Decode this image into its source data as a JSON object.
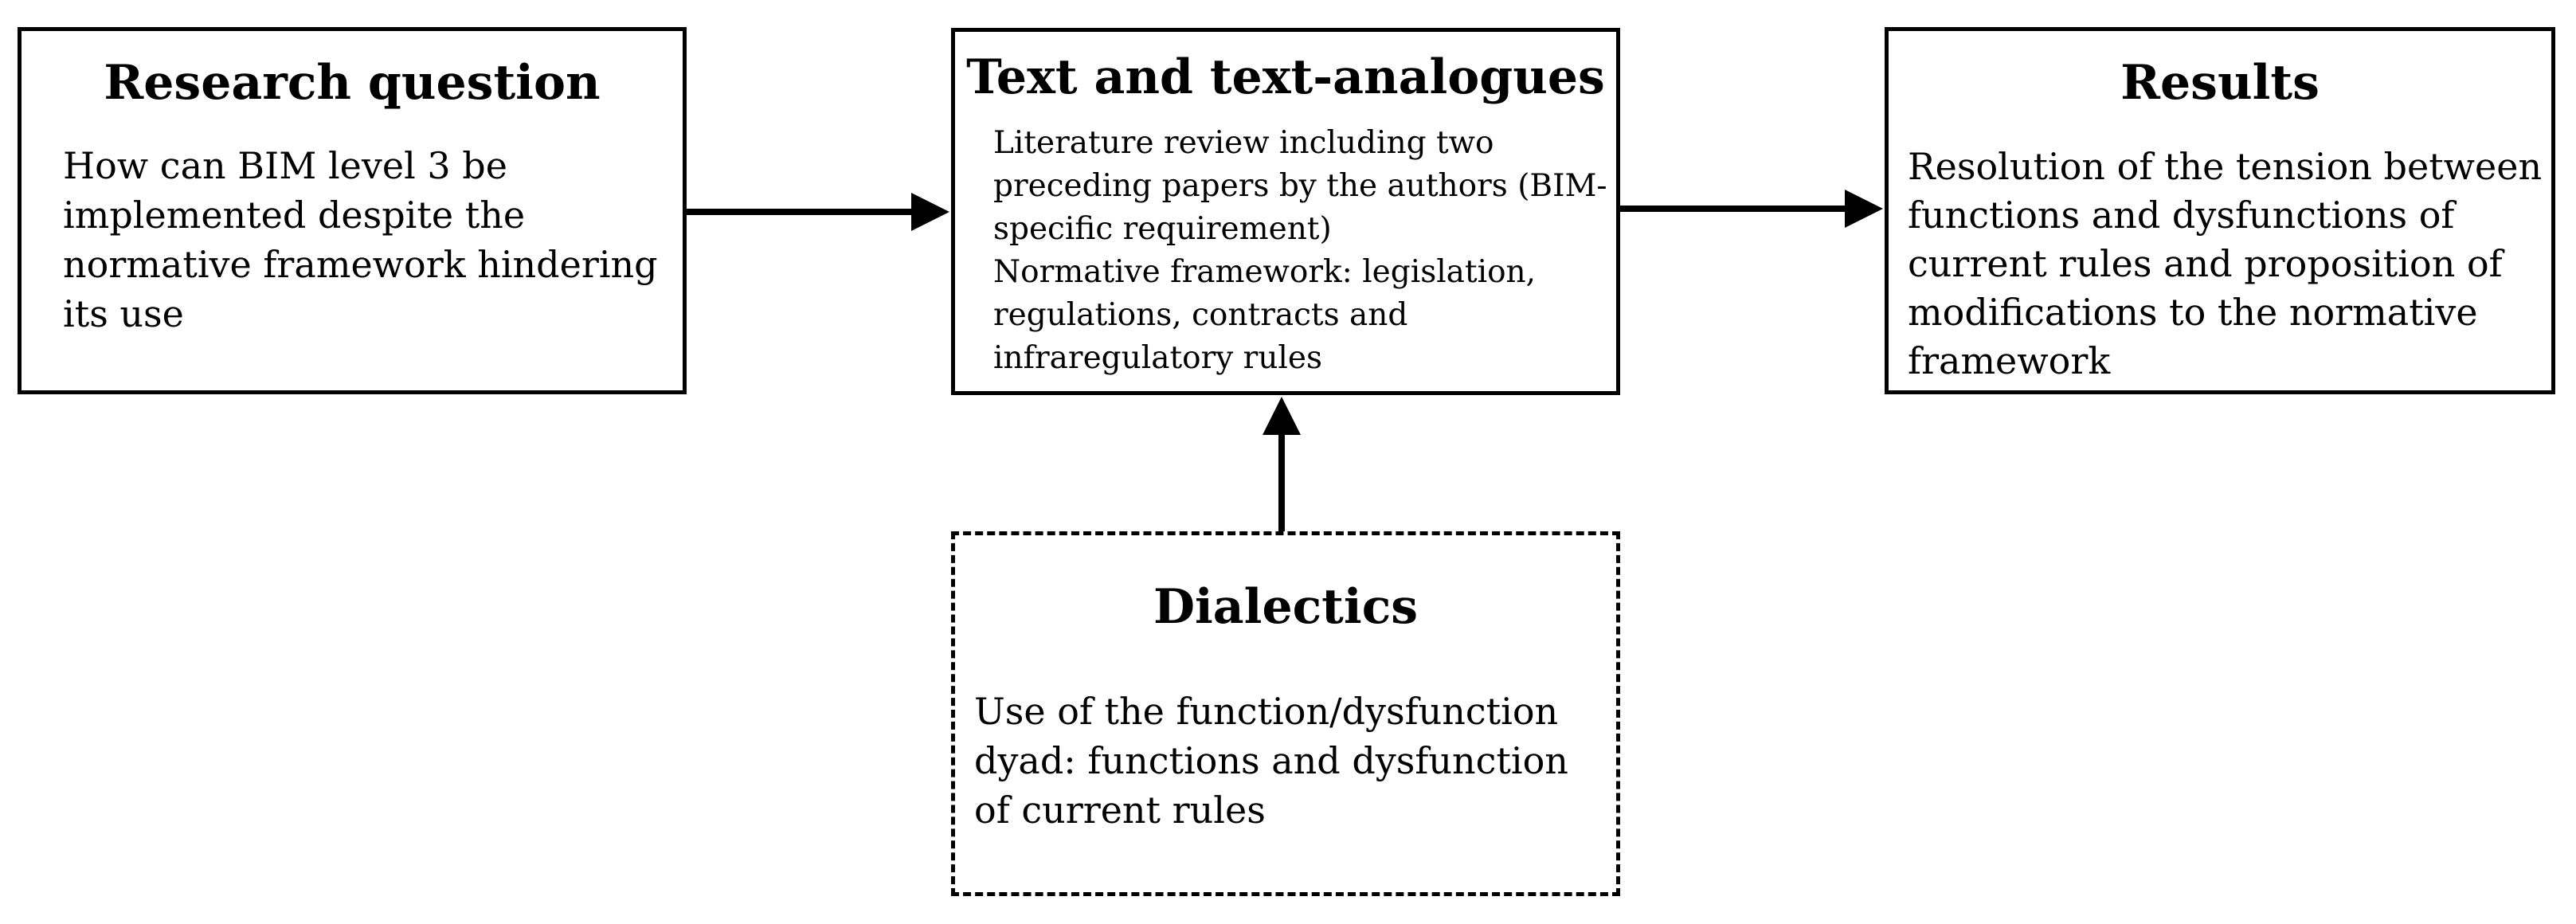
{
  "nodes": {
    "research_question": {
      "title": "Research question",
      "body": "How can BIM level 3 be\nimplemented despite the\nnormative framework hindering\nits use"
    },
    "text_analogues": {
      "title": "Text and text-analogues",
      "body": "Literature review including two\npreceding papers by the authors (BIM-\nspecific requirement)\nNormative framework: legislation,\nregulations, contracts and\ninfraregulatory rules"
    },
    "results": {
      "title": "Results",
      "body": "Resolution of the tension between\nfunctions and dysfunctions of\ncurrent rules and proposition of\nmodifications to the normative\nframework"
    },
    "dialectics": {
      "title": "Dialectics",
      "body": "Use of the function/dysfunction\ndyad: functions and dysfunction\nof current rules"
    }
  },
  "edges": [
    {
      "from": "research_question",
      "to": "text_analogues"
    },
    {
      "from": "text_analogues",
      "to": "results"
    },
    {
      "from": "dialectics",
      "to": "text_analogues"
    }
  ]
}
